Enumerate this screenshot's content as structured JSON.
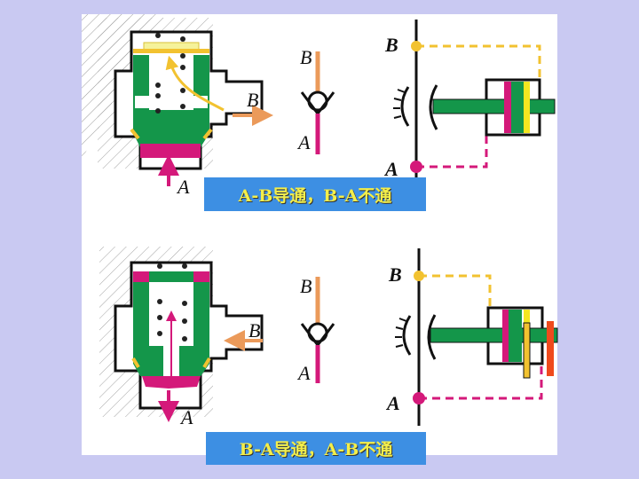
{
  "top": {
    "valve_labels": {
      "a": "A",
      "b": "B"
    },
    "symbol_labels": {
      "a": "A",
      "b": "B"
    },
    "analogy_labels": {
      "a": "A",
      "b": "B"
    },
    "caption": "A-B导通，B-A不通"
  },
  "bottom": {
    "valve_labels": {
      "a": "A",
      "b": "B"
    },
    "symbol_labels": {
      "a": "A",
      "b": "B"
    },
    "analogy_labels": {
      "a": "A",
      "b": "B"
    },
    "caption": "B-A导通，A-B不通"
  },
  "colors": {
    "background": "#c9c9f2",
    "panel": "#ffffff",
    "poppet_green": "#14964a",
    "port_a_magenta": "#d4197a",
    "port_b_orange": "#eb9a5a",
    "flow_yellow": "#f2c230",
    "caption_blue": "#3d8fe3",
    "caption_text": "#f3ee4a",
    "stop_red": "#ef4a1d"
  }
}
